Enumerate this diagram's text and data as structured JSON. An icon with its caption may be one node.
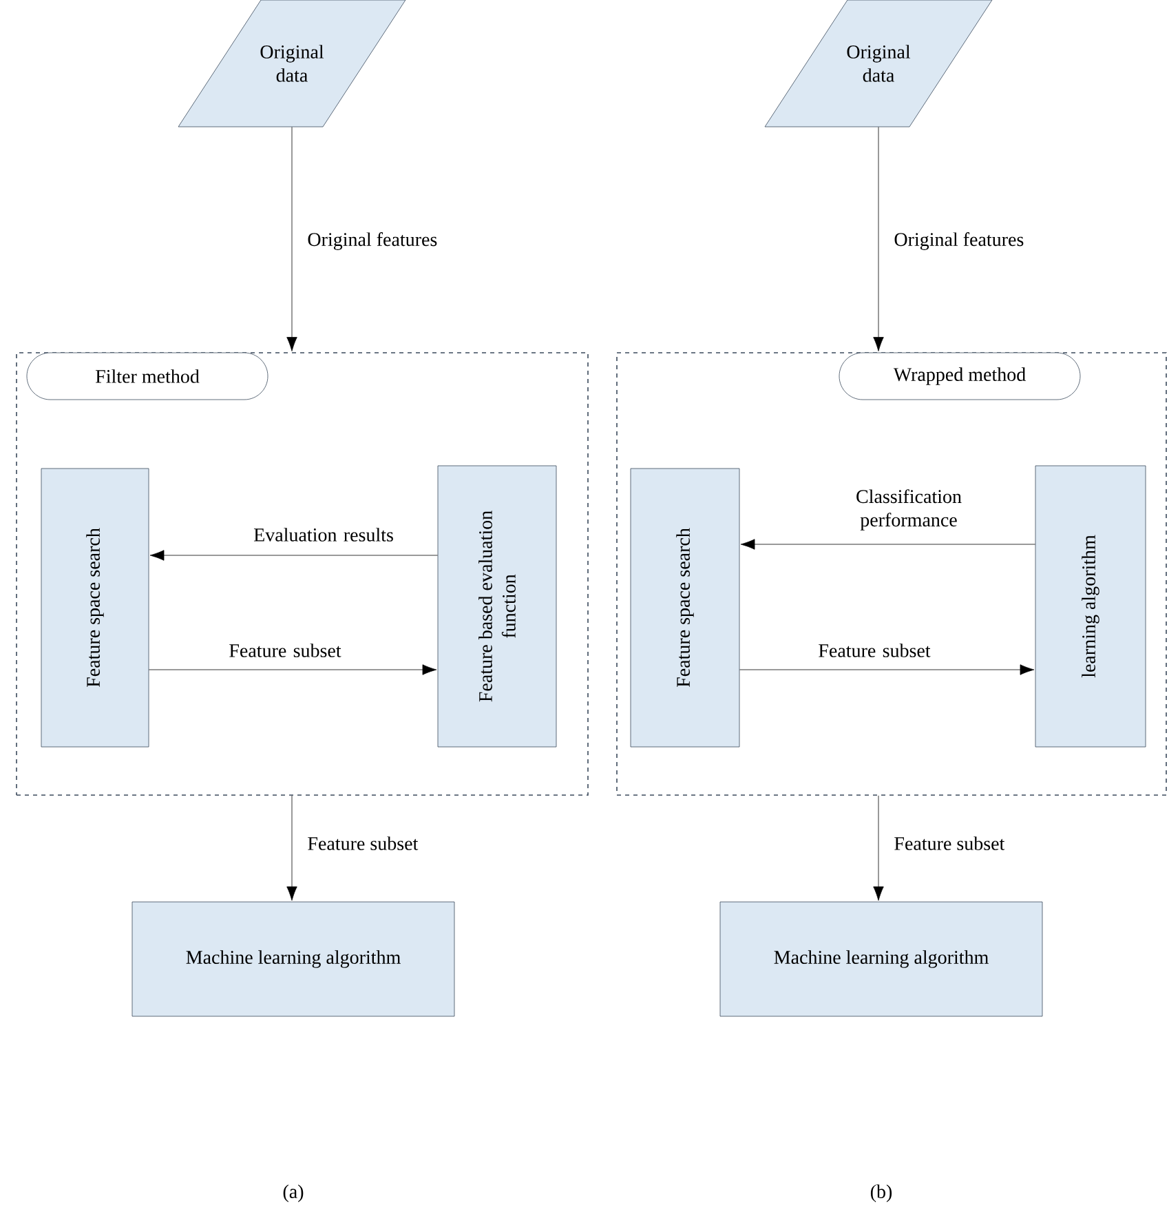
{
  "diagram": {
    "nodes": [
      {
        "text": [
          "Original data"
        ]
      },
      {
        "text": [],
        "shape": "box"
      },
      {
        "text": [
          "Filter method"
        ],
        "in": 1
      },
      {
        "text": [
          "Feature space search"
        ],
        "in": 1
      },
      {
        "text": [
          "Feature based evaluation function"
        ],
        "in": 1
      },
      {
        "text": [
          "Machine learning algorithm"
        ]
      },
      {
        "text": [
          "Original data"
        ]
      },
      {
        "text": [],
        "shape": "box"
      },
      {
        "text": [
          "Wrapped method"
        ],
        "in": 7
      },
      {
        "text": [
          "Feature space search"
        ],
        "in": 7
      },
      {
        "text": [
          "learning algorithm"
        ],
        "in": 7
      },
      {
        "text": [
          "Machine learning algorithm"
        ]
      }
    ],
    "edges": [
      {
        "from": 0,
        "to": 1,
        "arrow": "to",
        "label": "Original features"
      },
      {
        "from": 4,
        "to": 3,
        "arrow": "to",
        "label": "Evaluation results"
      },
      {
        "from": 3,
        "to": 4,
        "arrow": "to",
        "label": "Feature subset"
      },
      {
        "from": 1,
        "to": 5,
        "arrow": "to",
        "label": "Feature subset"
      },
      {
        "from": 6,
        "to": 7,
        "arrow": "to",
        "label": "Original features"
      },
      {
        "from": 10,
        "to": 9,
        "arrow": "to",
        "label": "Classification performance"
      },
      {
        "from": 9,
        "to": 10,
        "arrow": "to",
        "label": "Feature subset"
      },
      {
        "from": 7,
        "to": 11,
        "arrow": "to",
        "label": "Feature subset"
      }
    ],
    "labels": [
      "(a)",
      "(b)"
    ]
  }
}
